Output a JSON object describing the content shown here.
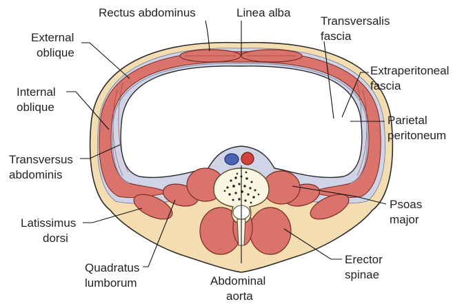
{
  "colors": {
    "skin": "#f4ddb1",
    "skin_outline": "#2a2a2a",
    "muscle": "#d9736c",
    "muscle_outline": "#7a2a22",
    "fascia": "#cfd4e6",
    "vertebra": "#fbf6e2",
    "vena_cava": "#4a63b5",
    "aorta": "#d3423a",
    "label_text": "#222222"
  },
  "labels": {
    "rectus_abdominus": "Rectus abdominus",
    "linea_alba": "Linea alba",
    "transversalis_fascia_1": "Transversalis",
    "transversalis_fascia_2": "fascia",
    "external_oblique_1": "External",
    "external_oblique_2": "oblique",
    "extraperitoneal_fascia_1": "Extraperitoneal",
    "extraperitoneal_fascia_2": "fascia",
    "internal_oblique_1": "Internal",
    "internal_oblique_2": "oblique",
    "parietal_peritoneum_1": "Parietal",
    "parietal_peritoneum_2": "peritoneum",
    "transversus_abdominis_1": "Transversus",
    "transversus_abdominis_2": "abdominis",
    "psoas_major_1": "Psoas",
    "psoas_major_2": "major",
    "latissimus_dorsi_1": "Latissimus",
    "latissimus_dorsi_2": "dorsi",
    "erector_spinae_1": "Erector",
    "erector_spinae_2": "spinae",
    "quadratus_lumborum_1": "Quadratus",
    "quadratus_lumborum_2": "lumborum",
    "abdominal_aorta_1": "Abdominal",
    "abdominal_aorta_2": "aorta"
  }
}
